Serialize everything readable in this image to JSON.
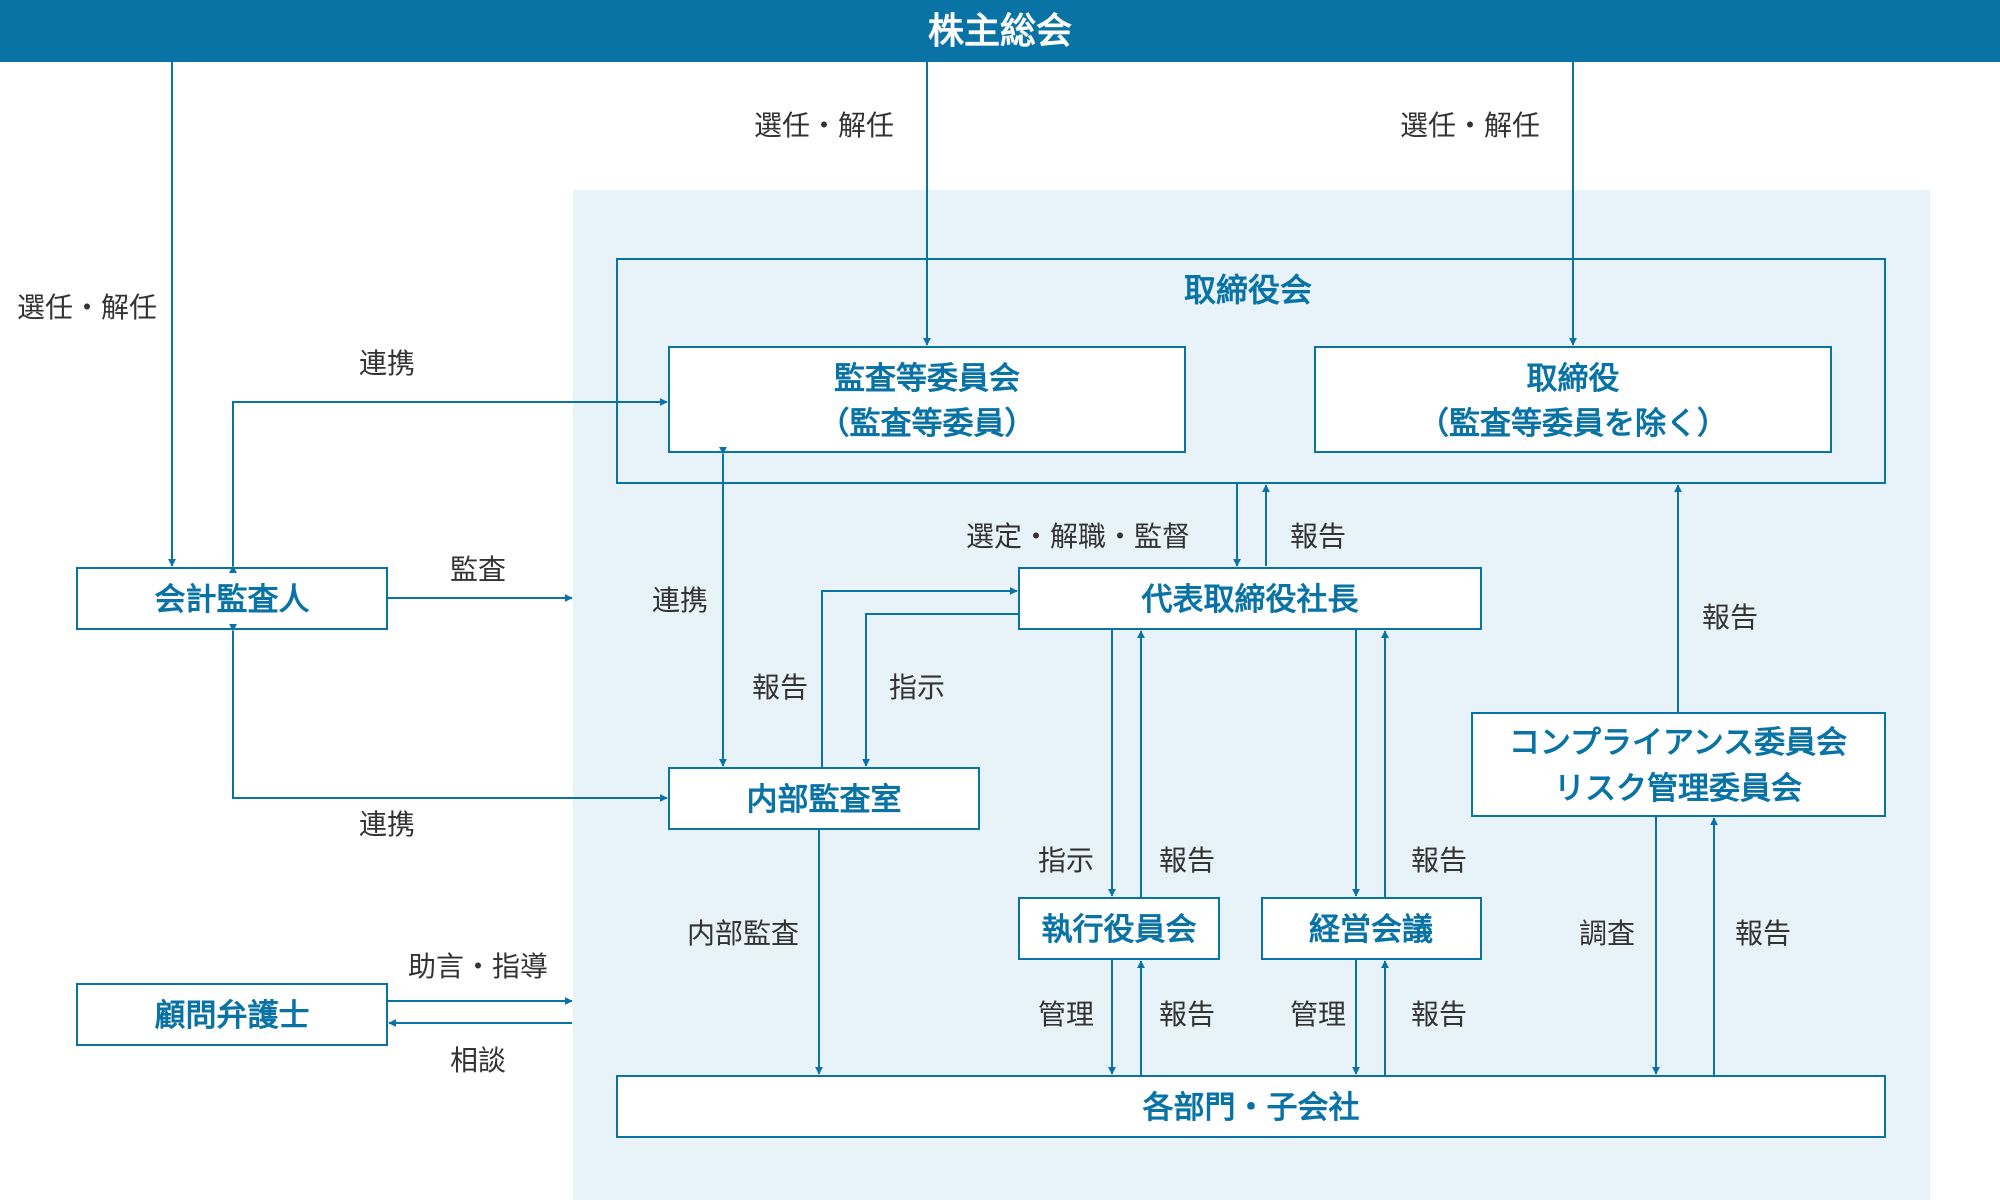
{
  "colors": {
    "accent": "#0a73a6",
    "panel": "#e8f2f9",
    "box_fill": "#ffffff",
    "label_text": "#333333"
  },
  "header": {
    "title": "株主総会"
  },
  "boxes": {
    "board": "取締役会",
    "audit_committee": [
      "監査等委員会",
      "（監査等委員）"
    ],
    "directors": [
      "取締役",
      "（監査等委員を除く）"
    ],
    "accounting_auditor": "会計監査人",
    "president": "代表取締役社長",
    "internal_audit_office": "内部監査室",
    "compliance_committee": [
      "コンプライアンス委員会",
      "リスク管理委員会"
    ],
    "executive_officers_committee": "執行役員会",
    "management_meeting": "経営会議",
    "legal_counsel": "顧問弁護士",
    "departments_subsidiaries": "各部門・子会社"
  },
  "edge_labels": {
    "elect_dismiss_auditor": "選任・解任",
    "elect_dismiss_audit_committee": "選任・解任",
    "elect_dismiss_directors": "選任・解任",
    "cooperation_top": "連携",
    "audit": "監査",
    "cooperation_internal": "連携",
    "cooperation_bottom": "連携",
    "select_dismiss_supervise": "選定・解職・監督",
    "report_president_board": "報告",
    "report_internal_president": "報告",
    "instruct_president_internal": "指示",
    "report_compliance_board": "報告",
    "instruct_executive": "指示",
    "report_executive": "報告",
    "report_management": "報告",
    "internal_audit": "内部監査",
    "advice_guidance": "助言・指導",
    "consultation": "相談",
    "manage_executive": "管理",
    "report_dept_executive": "報告",
    "manage_management": "管理",
    "report_dept_management": "報告",
    "investigate": "調査",
    "report_dept_compliance": "報告"
  }
}
